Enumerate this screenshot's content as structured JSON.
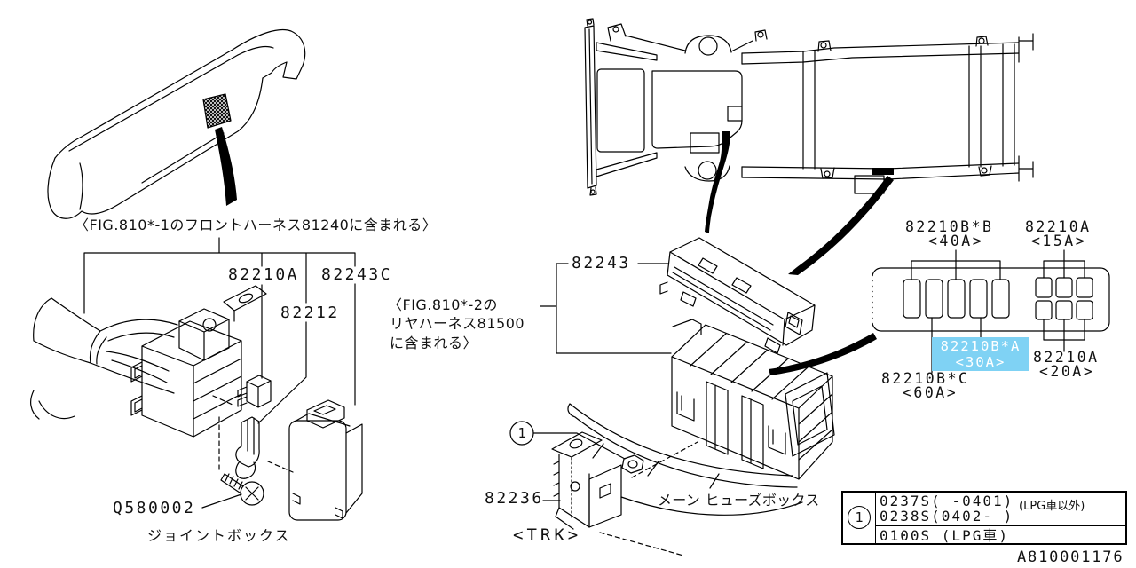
{
  "figure": {
    "drawing_number": "A810001176",
    "highlight_color": "#7FD2F4"
  },
  "front_section": {
    "fig_note": "〈FIG.810*-1のフロントハーネス81240に含まれる〉",
    "part_82210a": "82210A",
    "part_82243c": "82243C",
    "part_82212": "82212",
    "bolt": "Q580002",
    "caption": "ジョイントボックス"
  },
  "rear_section": {
    "part_82243": "82243",
    "fig_note_line1": "〈FIG.810*-2の",
    "fig_note_line2": "リヤハーネス81500",
    "fig_note_line3": "に含まれる〉",
    "part_82236": "82236",
    "trk_note": "<TRK>",
    "caption": "メーン ヒューズボックス",
    "callout": "1"
  },
  "fuse_layout": {
    "fuse_40a_part": "82210B*B",
    "fuse_40a_amp": "<40A>",
    "fuse_15a_part": "82210A",
    "fuse_15a_amp": "<15A>",
    "fuse_30a_part": "82210B*A",
    "fuse_30a_amp": "<30A>",
    "fuse_60a_part": "82210B*C",
    "fuse_60a_amp": "<60A>",
    "fuse_20a_part": "82210A",
    "fuse_20a_amp": "<20A>"
  },
  "legend_table": {
    "callout": "1",
    "row1_line1": "0237S( -0401)",
    "row1_line2": "0238S(0402- )",
    "row1_note": "(LPG車以外)",
    "row2": "0100S (LPG車)"
  }
}
